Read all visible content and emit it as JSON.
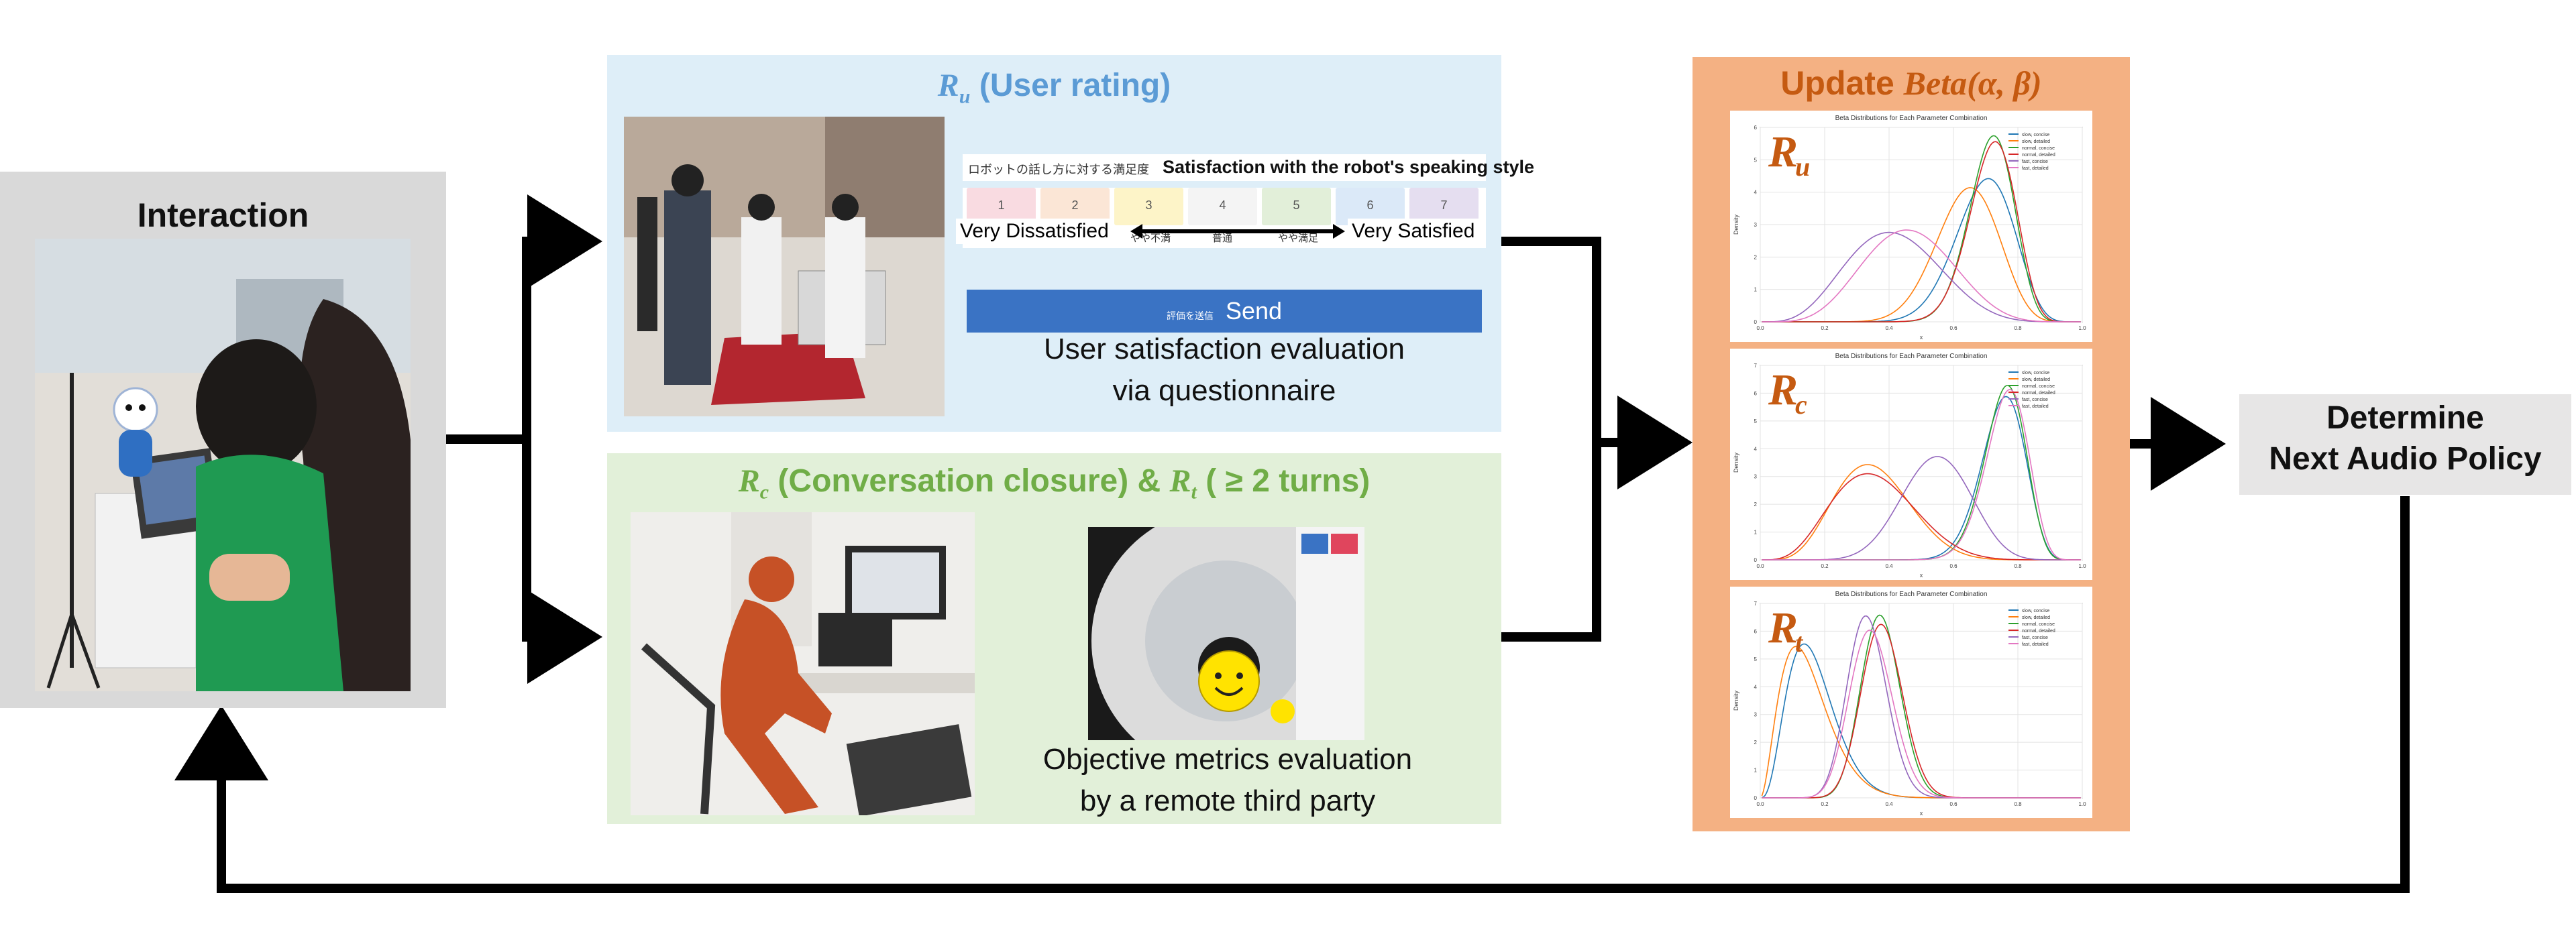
{
  "interaction": {
    "title": "Interaction"
  },
  "user_rating": {
    "title_symbol": "R",
    "title_sub": "u",
    "title_text": "(User rating)",
    "questionnaire_jp": "ロボットの話し方に対する満足度",
    "questionnaire_en": "Satisfaction with the robot's speaking style",
    "scale": [
      {
        "num": "1",
        "jp": "",
        "color": "#f9dbe1"
      },
      {
        "num": "2",
        "jp": "",
        "color": "#fbe6d6"
      },
      {
        "num": "3",
        "jp": "やや不満",
        "color": "#fdf4c8"
      },
      {
        "num": "4",
        "jp": "普通",
        "color": "#f4f4f4"
      },
      {
        "num": "5",
        "jp": "やや満足",
        "color": "#e2efd9"
      },
      {
        "num": "6",
        "jp": "",
        "color": "#dbe9f8"
      },
      {
        "num": "7",
        "jp": "",
        "color": "#e5def0"
      }
    ],
    "very_dissatisfied": "Very Dissatisfied",
    "very_satisfied": "Very Satisfied",
    "send_jp": "評価を送信",
    "send_en": "Send",
    "caption_line1": "User satisfaction evaluation",
    "caption_line2": "via questionnaire"
  },
  "closure": {
    "rc_symbol": "R",
    "rc_sub": "c",
    "rc_text": "(Conversation closure)  &",
    "rt_symbol": "R",
    "rt_sub": "t",
    "rt_text": "( ≥ 2 turns)",
    "caption_line1": "Objective metrics evaluation",
    "caption_line2": "by a remote third party"
  },
  "update": {
    "title_prefix": "Update",
    "title_math": "Beta(α, β)",
    "plot_title": "Beta Distributions for Each Parameter Combination",
    "ylabel": "Density",
    "xlabel": "x",
    "legend": [
      "slow, concise",
      "slow, detailed",
      "normal, concise",
      "normal, detailed",
      "fast, concise",
      "fast, detailed"
    ],
    "colors": [
      "#1f77b4",
      "#ff7f0e",
      "#2ca02c",
      "#d62728",
      "#9467bd",
      "#e377c2"
    ],
    "plots": [
      {
        "symbol": "R",
        "sub": "u",
        "yticks": [
          "0",
          "1",
          "2",
          "3",
          "4",
          "5",
          "6"
        ],
        "xticks": [
          "0.0",
          "0.2",
          "0.4",
          "0.6",
          "0.8",
          "1.0"
        ]
      },
      {
        "symbol": "R",
        "sub": "c",
        "yticks": [
          "0",
          "1",
          "2",
          "3",
          "4",
          "5",
          "6",
          "7"
        ],
        "xticks": [
          "0.0",
          "0.2",
          "0.4",
          "0.6",
          "0.8",
          "1.0"
        ]
      },
      {
        "symbol": "R",
        "sub": "t",
        "yticks": [
          "0",
          "1",
          "2",
          "3",
          "4",
          "5",
          "6",
          "7"
        ],
        "xticks": [
          "0.0",
          "0.2",
          "0.4",
          "0.6",
          "0.8",
          "1.0"
        ]
      }
    ]
  },
  "determine": {
    "line1": "Determine",
    "line2": "Next Audio Policy"
  }
}
